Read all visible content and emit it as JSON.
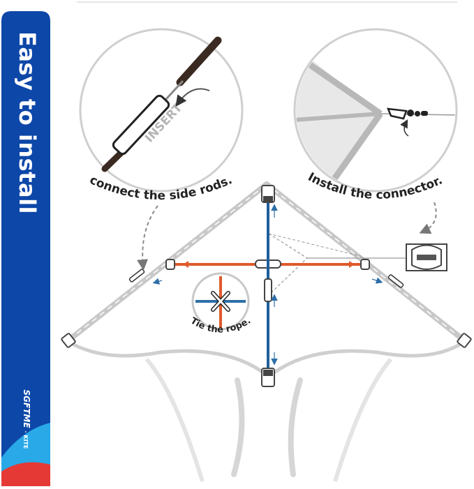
{
  "sidebar": {
    "title": "Easy to install",
    "brand": "SGFTME",
    "brand_sub": "· KITE",
    "colors": {
      "panel": "#0d47a8",
      "wave_red": "#e53935",
      "wave_light": "#29a9e8"
    }
  },
  "steps": {
    "connect": "connect the side rods.",
    "connector": "Install the connector.",
    "tie": "Tie the rope.",
    "insert": "INSERT"
  },
  "colors": {
    "frame": "#c8c8c8",
    "rod": "#3a2a22",
    "spine": "#1f5f9c",
    "spar": "#e05a2b",
    "arrow_blue": "#2d6ea8",
    "end_cap": "#444444"
  }
}
